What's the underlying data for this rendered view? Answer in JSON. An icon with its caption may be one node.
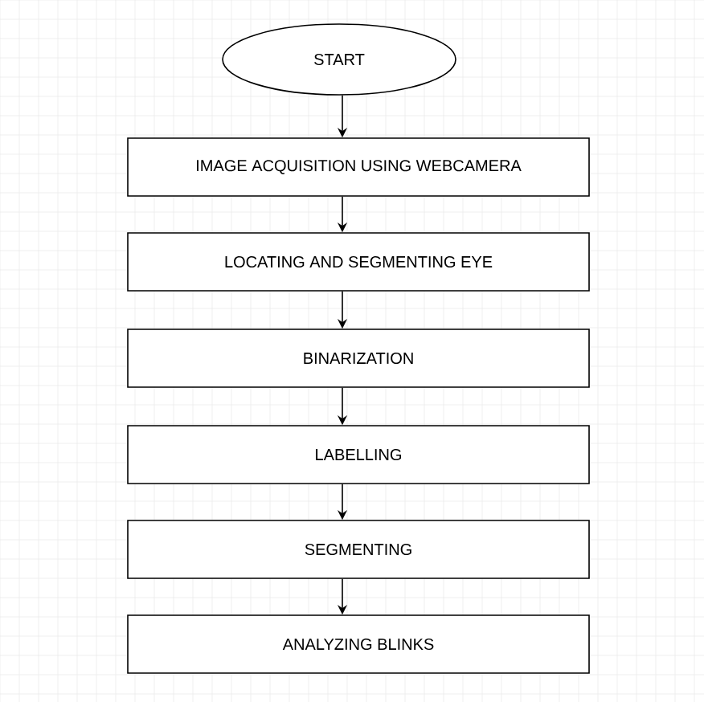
{
  "diagram": {
    "nodes": [
      {
        "text": [
          "START"
        ]
      },
      {
        "text": [
          "IMAGE ACQUISITION USING WEBCAMERA"
        ]
      },
      {
        "text": [
          "LOCATING AND SEGMENTING EYE"
        ]
      },
      {
        "text": [
          "BINARIZATION"
        ]
      },
      {
        "text": [
          "LABELLING"
        ]
      },
      {
        "text": [
          "SEGMENTING"
        ]
      },
      {
        "text": [
          "ANALYZING BLINKS"
        ]
      }
    ],
    "edges": [
      {
        "from": 0,
        "to": 1,
        "arrow": "to"
      },
      {
        "from": 1,
        "to": 2,
        "arrow": "to"
      },
      {
        "from": 2,
        "to": 3,
        "arrow": "to"
      },
      {
        "from": 3,
        "to": 4,
        "arrow": "to"
      },
      {
        "from": 4,
        "to": 5,
        "arrow": "to"
      },
      {
        "from": 5,
        "to": 6,
        "arrow": "to"
      }
    ]
  }
}
